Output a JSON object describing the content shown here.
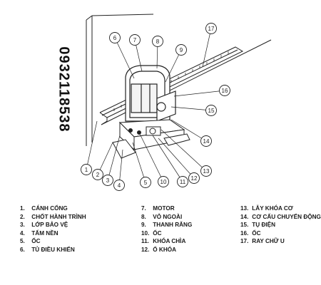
{
  "phone": "0932118538",
  "callouts": [
    "1",
    "2",
    "3",
    "4",
    "5",
    "6",
    "7",
    "8",
    "9",
    "10",
    "11",
    "12",
    "13",
    "14",
    "15",
    "16",
    "17"
  ],
  "legend": {
    "col1": [
      {
        "num": "1.",
        "label": "CÁNH CỔNG"
      },
      {
        "num": "2.",
        "label": "CHỐT HÀNH TRÌNH"
      },
      {
        "num": "3.",
        "label": "LỚP BẢO VỆ"
      },
      {
        "num": "4.",
        "label": "TẤM NỀN"
      },
      {
        "num": "5.",
        "label": "ỐC"
      },
      {
        "num": "6.",
        "label": "TỦ ĐIỀU KHIỂN"
      }
    ],
    "col2": [
      {
        "num": "7.",
        "label": "MOTOR"
      },
      {
        "num": "8.",
        "label": "VỎ NGOÀI"
      },
      {
        "num": "9.",
        "label": "THANH RĂNG"
      },
      {
        "num": "10.",
        "label": "ỐC"
      },
      {
        "num": "11.",
        "label": "KHÓA CHÌA"
      },
      {
        "num": "12.",
        "label": "Ổ KHÓA"
      }
    ],
    "col3": [
      {
        "num": "13.",
        "label": "LẪY KHÓA CƠ"
      },
      {
        "num": "14.",
        "label": "CƠ CẤU CHUYỂN ĐỘNG"
      },
      {
        "num": "15.",
        "label": "TỤ ĐIỆN"
      },
      {
        "num": "16.",
        "label": "ỐC"
      },
      {
        "num": "17.",
        "label": "RAY CHỮ U"
      }
    ]
  }
}
